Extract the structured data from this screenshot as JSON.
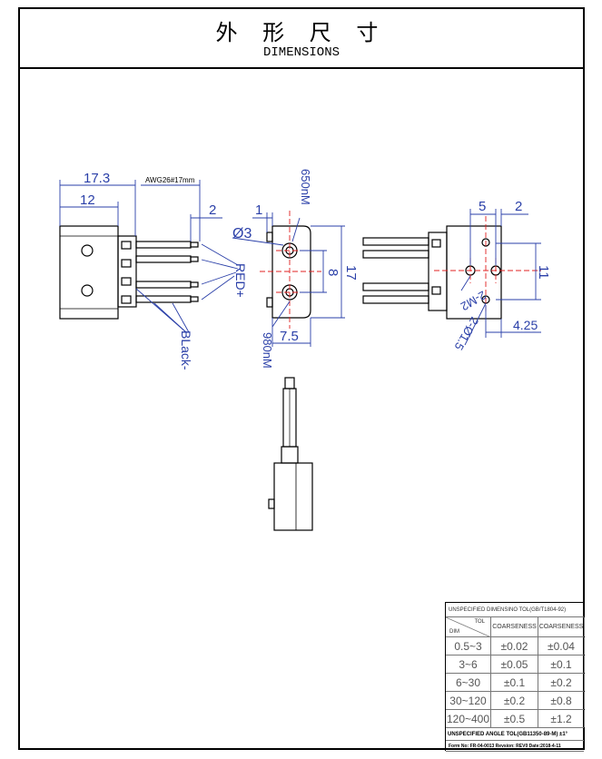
{
  "header": {
    "title_cn": "外 形 尺 寸",
    "title_en": "DIMENSIONS"
  },
  "colors": {
    "dimension": "#2a3fa8",
    "centerline": "#e02020",
    "outline": "#000000"
  },
  "drawing": {
    "side_view": {
      "dim_17_3": "17.3",
      "dim_12": "12",
      "wire_spec": "AWG26#17mm",
      "dim_2": "2",
      "label_red": "RED+",
      "label_black": "BLack-"
    },
    "front_view": {
      "dim_1": "1",
      "dia_3": "Ø3",
      "wavelength_top": "650nM",
      "wavelength_bottom": "980nM",
      "dim_8": "8",
      "dim_17": "17",
      "dim_7_5": "7.5"
    },
    "back_view": {
      "dim_5": "5",
      "dim_2": "2",
      "dim_11": "11",
      "dim_4_25": "4.25",
      "thread": "2-M2",
      "holes": "2-Ø1.5"
    }
  },
  "tolerance_table": {
    "title": "UNSPECIFIED DIMENSINO TOL(GB/T1804-92)",
    "header_tol": "TOL",
    "header_dim": "DIM",
    "col1": "COARSENESS",
    "col2": "COARSENESS",
    "rows": [
      {
        "dim": "0.5~3",
        "t1": "±0.02",
        "t2": "±0.04"
      },
      {
        "dim": "3~6",
        "t1": "±0.05",
        "t2": "±0.1"
      },
      {
        "dim": "6~30",
        "t1": "±0.1",
        "t2": "±0.2"
      },
      {
        "dim": "30~120",
        "t1": "±0.2",
        "t2": "±0.8"
      },
      {
        "dim": "120~400",
        "t1": "±0.5",
        "t2": "±1.2"
      }
    ],
    "angle_note": "UNSPECIFIED ANGLE TOL(GB11350-89-M) ±1°",
    "form_note": "Form No: FR-04-0013 Revsion: REV0 Date:2018-4-11"
  }
}
